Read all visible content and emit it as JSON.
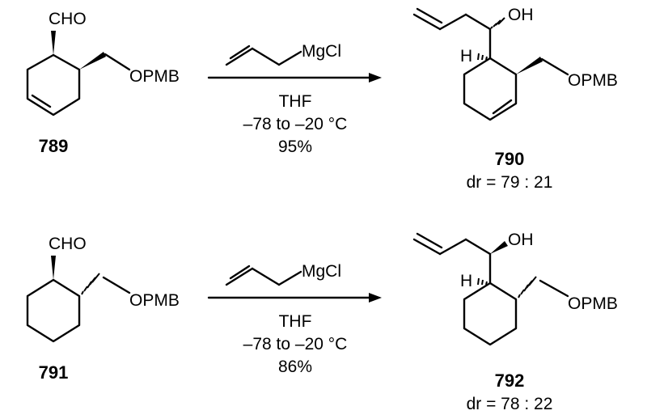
{
  "reactions": [
    {
      "reactant": {
        "aldehyde_label": "CHO",
        "ether_label": "OPMB",
        "compound_number": "789"
      },
      "conditions": {
        "reagent": "MgCl",
        "solvent": "THF",
        "temperature": "–78 to –20 °C",
        "yield": "95%"
      },
      "product": {
        "hydroxyl_label": "OH",
        "hydrogen_label": "H",
        "ether_label": "OPMB",
        "compound_number": "790",
        "dr": "dr = 79 : 21"
      }
    },
    {
      "reactant": {
        "aldehyde_label": "CHO",
        "ether_label": "OPMB",
        "compound_number": "791"
      },
      "conditions": {
        "reagent": "MgCl",
        "solvent": "THF",
        "temperature": "–78 to –20 °C",
        "yield": "86%"
      },
      "product": {
        "hydroxyl_label": "OH",
        "hydrogen_label": "H",
        "ether_label": "OPMB",
        "compound_number": "792",
        "dr": "dr = 78 : 22"
      }
    }
  ]
}
